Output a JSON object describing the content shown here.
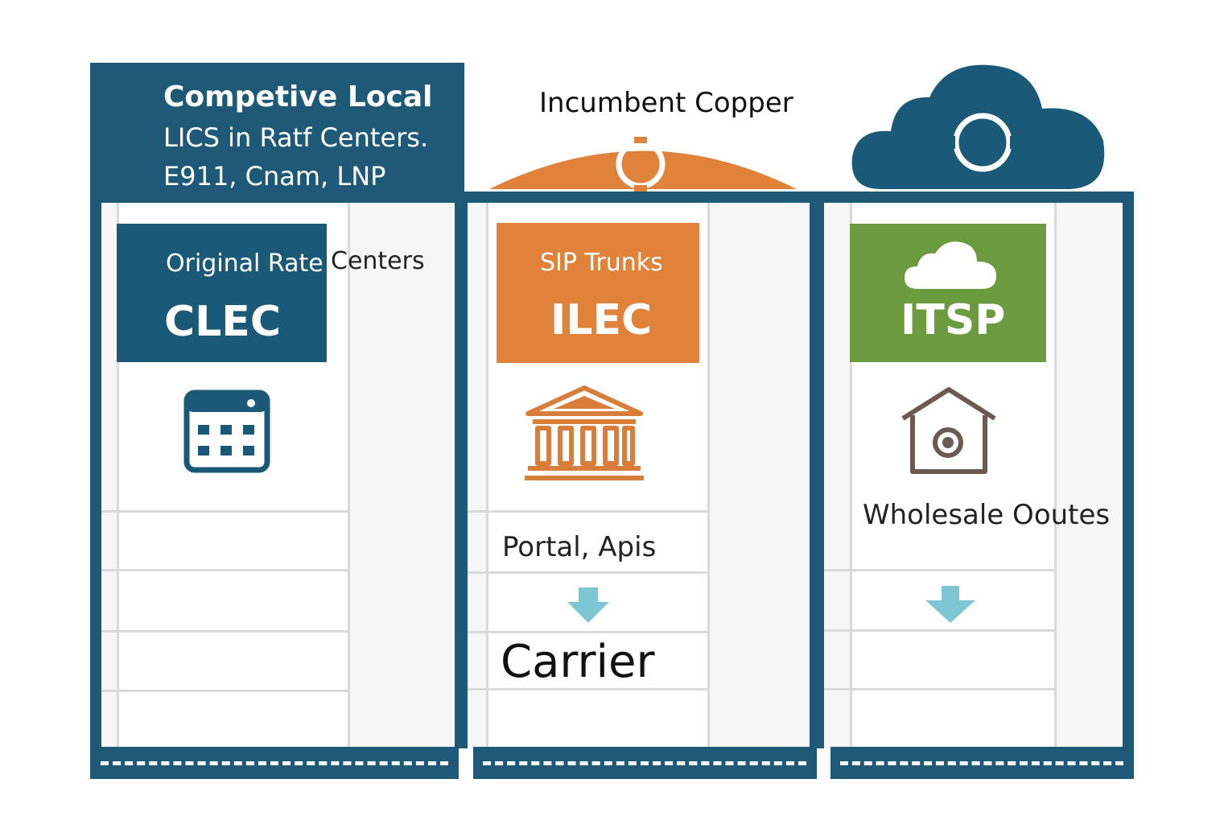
{
  "header": {
    "title": "Competive Local",
    "line2": "LICS in  Ratf Centers.",
    "line3": "E911,  Cnam,  LNP"
  },
  "top_label": "Incumbent Copper",
  "columns": {
    "clec": {
      "subtitle": "Original Rate",
      "subtitle_overflow": "Centers",
      "name": "CLEC",
      "icon": "calendar-icon",
      "color": "#1a5a78"
    },
    "ilec": {
      "subtitle": "SIP Trunks",
      "name": "ILEC",
      "icon": "bank-building-icon",
      "label1": "Portal,  Apis",
      "label2": "Carrier",
      "color": "#e0823a"
    },
    "itsp": {
      "name": "ITSP",
      "icon": "cloud-icon",
      "icon2": "home-icon",
      "label1": "Wholesale Ooutes",
      "color": "#6c9a3f"
    }
  },
  "colors": {
    "frame": "#1e5a78",
    "orange": "#e0823a",
    "green": "#6c9a3f",
    "arrow": "#7ec7d2",
    "building": "#d97d3a",
    "home": "#6b5a52"
  }
}
